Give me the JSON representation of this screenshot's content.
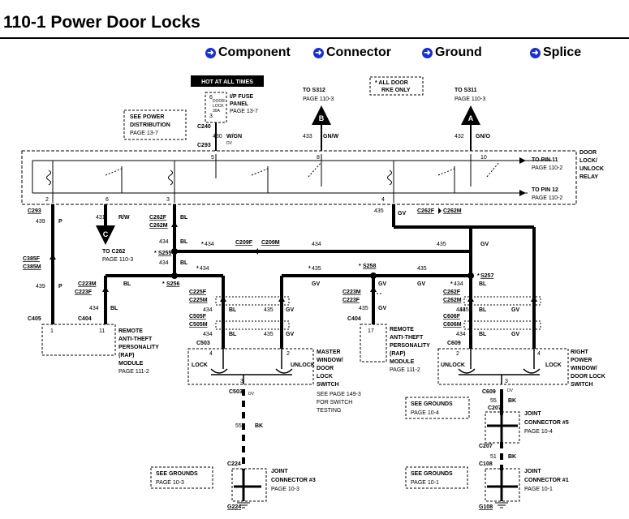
{
  "title": "110-1 Power Door Locks",
  "legend": [
    {
      "label": "Component",
      "icon": "arrow-right-circle-icon",
      "color": "#1a2fd0"
    },
    {
      "label": "Connector",
      "icon": "arrow-right-circle-icon",
      "color": "#1a2fd0"
    },
    {
      "label": "Ground",
      "icon": "arrow-right-circle-icon",
      "color": "#1a2fd0"
    },
    {
      "label": "Splice",
      "icon": "arrow-right-circle-icon",
      "color": "#1a2fd0"
    }
  ],
  "labels": {
    "hot": "HOT AT ALL TIMES",
    "fuse_title": "I/P FUSE",
    "fuse_panel": "PANEL",
    "fuse_page": "PAGE 13-7",
    "fuse_door": "DOOR",
    "fuse_lock": "LOCK",
    "fuse_amp": "30A",
    "c240": "C240",
    "w430": "430",
    "wgn": "W/GN",
    "c293a": "C293",
    "see_power_1": "SEE  POWER",
    "see_power_2": "DISTRIBUTION",
    "see_power_3": "PAGE 13-7",
    "to_s312": "TO S312",
    "to_s312_page": "PAGE 110-3",
    "to_s311": "TO S311",
    "to_s311_page": "PAGE 110-3",
    "rke_1": "*  ALL DOOR",
    "rke_2": "RKE ONLY",
    "conn_b": "B",
    "conn_a": "A",
    "conn_c": "C",
    "w433": "433",
    "gnw": "GN/W",
    "w432": "432",
    "gno": "GN/O",
    "relay_1": "DOOR",
    "relay_2": "LOCK/",
    "relay_3": "UNLOCK",
    "relay_4": "RELAY",
    "pin11": "TO PIN 11",
    "pin11_page": "PAGE 110-2",
    "pin12": "TO PIN 12",
    "pin12_page": "PAGE 110-2",
    "c293b": "C293",
    "w439": "439",
    "wp": "P",
    "w431": "431",
    "rw": "R/W",
    "to_c262": "TO C262",
    "to_c262_page": "PAGE 110-3",
    "c262f": "C262F",
    "c262m": "C262M",
    "w434": "434",
    "bl": "BL",
    "w435": "435",
    "gv": "GV",
    "s255": "S255",
    "c209f": "C209F",
    "c209m": "C209M",
    "s256": "S256",
    "s258": "S258",
    "s257": "S257",
    "c385f": "C385F",
    "c385m": "C385M",
    "c223m": "C223M",
    "c223f": "C223F",
    "c404": "C404",
    "c405": "C405",
    "c225f": "C225F",
    "c225m": "C225M",
    "c505f": "C505F",
    "c505m": "C505M",
    "c503": "C503",
    "c606f": "C606F",
    "c606m": "C606M",
    "c609": "C609",
    "rap_1": "REMOTE",
    "rap_2": "ANTI-THEFT",
    "rap_3": "PERSONALITY",
    "rap_4": "(RAP)",
    "rap_5": "MODULE",
    "rap_left_page": "PAGE 111-2",
    "rap_mid_page": "PAGE 111-2",
    "master_1": "MASTER",
    "master_2": "WINDOW/",
    "master_3": "DOOR",
    "master_4": "LOCK",
    "master_5": "SWITCH",
    "see_149_1": "SEE PAGE 149-3",
    "see_149_2": "FOR SWITCH",
    "see_149_3": "TESTING",
    "right_1": "RIGHT",
    "right_2": "POWER",
    "right_3": "WINDOW/",
    "right_4": "DOOR LOCK",
    "right_5": "SWITCH",
    "lock": "LOCK",
    "unlock": "UNLOCK",
    "c503b": "C503",
    "c609b": "C609",
    "w55": "55",
    "bk": "BK",
    "w51": "51",
    "c224": "C224",
    "g224": "G224",
    "c207": "C207",
    "c207b": "C207",
    "c108": "C108",
    "g108": "G108",
    "jc3_1": "JOINT",
    "jc3_2": "CONNECTOR #3",
    "jc3_3": "PAGE 10-3",
    "jc5_1": "JOINT",
    "jc5_2": "CONNECTOR #5",
    "jc5_3": "PAGE 10-4",
    "jc1_1": "JOINT",
    "jc1_2": "CONNECTOR #1",
    "jc1_3": "PAGE 10-1",
    "see_grounds": "SEE  GROUNDS",
    "sg_mid_page": "PAGE 10-4",
    "sg_left_page": "PAGE 10-3",
    "sg_right_page": "PAGE 10-1",
    "pin1": "1",
    "pin11n": "11",
    "pin17": "17",
    "pin2": "2",
    "pin3": "3",
    "pin4": "4",
    "pin5": "5",
    "pin6": "6",
    "pin8": "8",
    "pin10": "10",
    "pin12n": "12",
    "star": "*",
    "dv": "DV"
  }
}
